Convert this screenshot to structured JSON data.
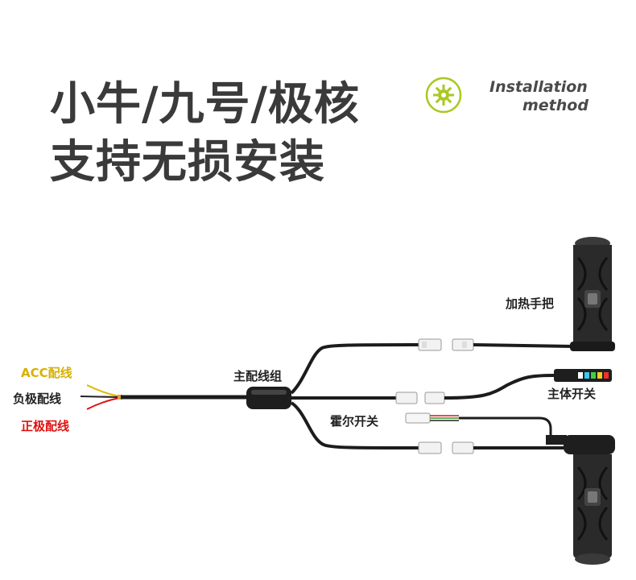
{
  "title": {
    "line1": "小牛/九号/极核",
    "line2": "支持无损安装"
  },
  "badge": {
    "line1": "Installation",
    "line2": "method",
    "accent_color": "#a8c820",
    "icon": "gear-virus-icon"
  },
  "labels": {
    "acc_wire": "ACC配线",
    "negative_wire": "负极配线",
    "positive_wire": "正极配线",
    "main_harness": "主配线组",
    "heated_grip": "加热手把",
    "main_switch": "主体开关",
    "hall_switch": "霍尔开关"
  },
  "colors": {
    "acc": "#e0b800",
    "negative": "#222222",
    "positive": "#e01010",
    "cable": "#1c1c1c",
    "title": "#3a3a3a"
  }
}
